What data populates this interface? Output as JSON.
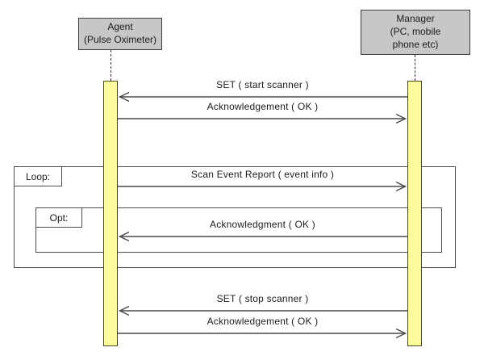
{
  "diagram": {
    "type": "uml-sequence-diagram",
    "actors": [
      {
        "id": "agent",
        "lines": [
          "Agent",
          "(Pulse Oximeter)"
        ]
      },
      {
        "id": "manager",
        "lines": [
          "Manager",
          "(PC, mobile",
          "phone etc)"
        ]
      }
    ],
    "frames": [
      {
        "id": "loop",
        "label": "Loop:"
      },
      {
        "id": "opt",
        "label": "Opt:"
      }
    ],
    "messages": [
      {
        "label": "SET ( start scanner )",
        "from": "Manager",
        "to": "Agent",
        "direction": "left"
      },
      {
        "label": "Acknowledgement ( OK )",
        "from": "Agent",
        "to": "Manager",
        "direction": "right"
      },
      {
        "label": "Scan Event Report ( event info )",
        "from": "Agent",
        "to": "Manager",
        "direction": "right",
        "frame": "loop"
      },
      {
        "label": "Acknowledgment ( OK )",
        "from": "Manager",
        "to": "Agent",
        "direction": "left",
        "frame": "opt"
      },
      {
        "label": "SET ( stop scanner )",
        "from": "Manager",
        "to": "Agent",
        "direction": "left"
      },
      {
        "label": "Acknowledgement ( OK )",
        "from": "Agent",
        "to": "Manager",
        "direction": "right"
      }
    ],
    "colors": {
      "background": "#ffffff",
      "actor_fill": "#c7c7c7",
      "activation_fill": "#fbfb9d",
      "line": "#4a4a4a"
    }
  }
}
